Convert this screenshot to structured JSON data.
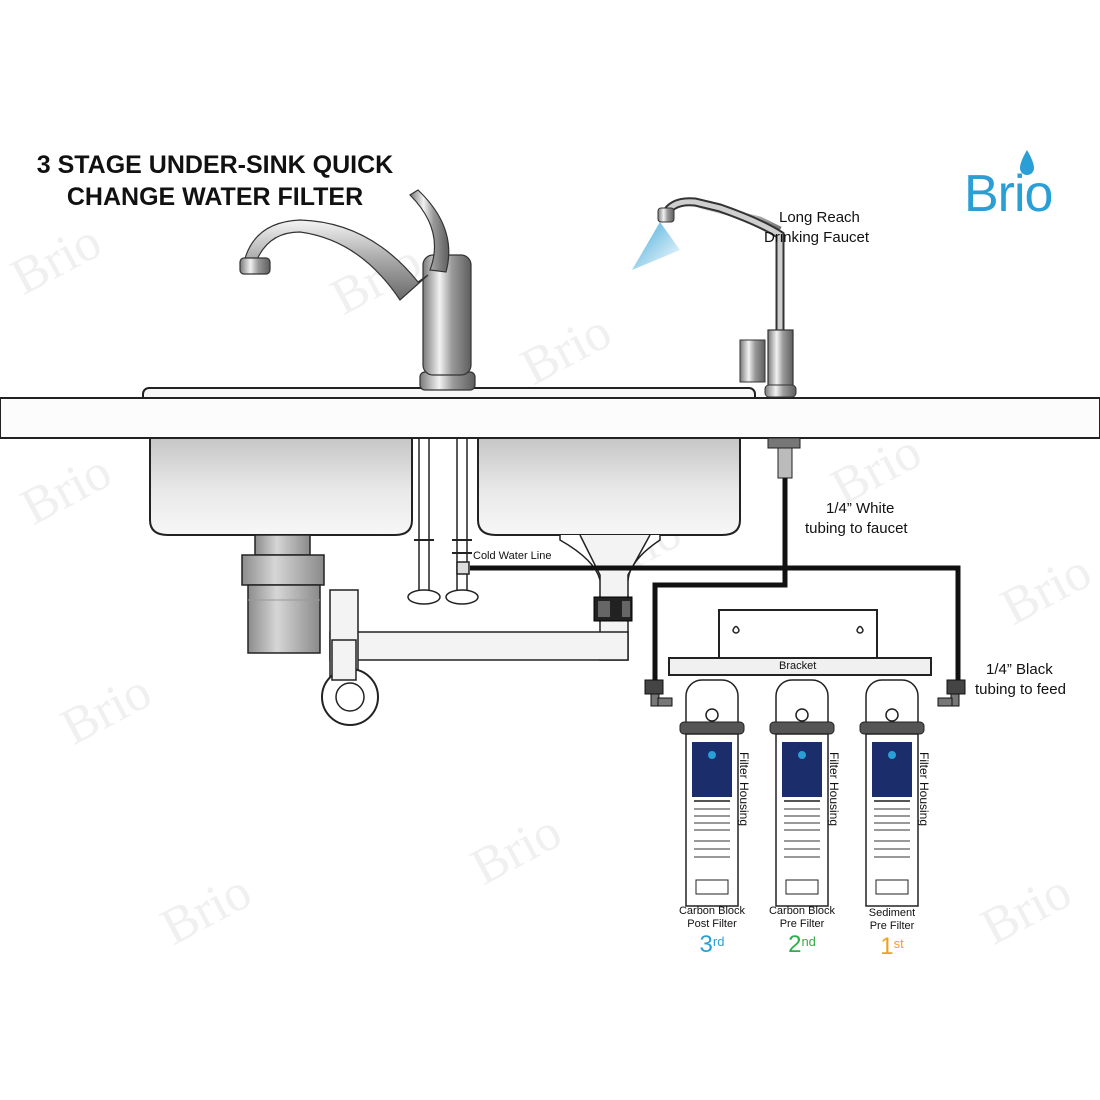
{
  "title": {
    "line1": "3 STAGE UNDER-SINK QUICK",
    "line2": "CHANGE WATER FILTER"
  },
  "brand": {
    "name": "Brio",
    "color": "#2a9fd6"
  },
  "labels": {
    "faucet_line1": "Long Reach",
    "faucet_line2": "Drinking Faucet",
    "white_tubing_line1": "1/4” White",
    "white_tubing_line2": "tubing to faucet",
    "black_tubing_line1": "1/4” Black",
    "black_tubing_line2": "tubing to feed",
    "cold_water_line": "Cold Water Line",
    "bracket": "Bracket",
    "filter_housing": "Filter Housing"
  },
  "filters": [
    {
      "line1": "Carbon Block",
      "line2": "Post Filter",
      "num": "3",
      "suffix": "rd",
      "color": "#2a9fd6"
    },
    {
      "line1": "Carbon Block",
      "line2": "Pre Filter",
      "num": "2",
      "suffix": "nd",
      "color": "#2db04a"
    },
    {
      "line1": "Sediment",
      "line2": "Pre Filter",
      "num": "1",
      "suffix": "st",
      "color": "#f0a020"
    }
  ],
  "colors": {
    "tubing": "#111111",
    "filter_label_blue": "#1b2d6b"
  }
}
